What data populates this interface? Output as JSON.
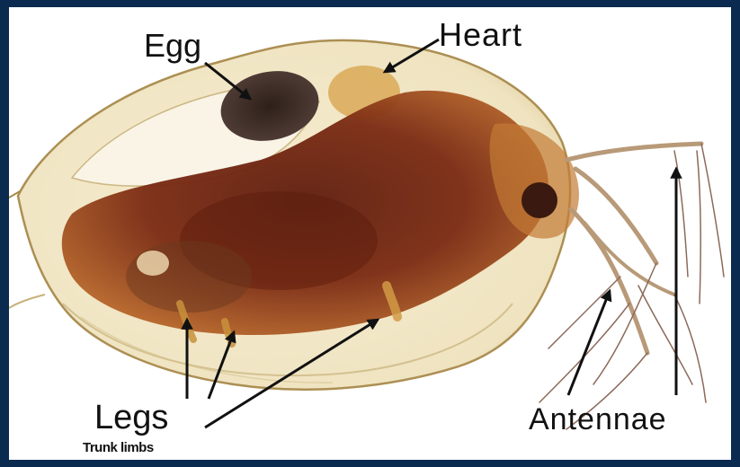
{
  "labels": {
    "egg": "Egg",
    "heart": "Heart",
    "legs": "Legs",
    "trunk_limbs": "Trunk limbs",
    "antennae": "Antennae"
  },
  "colors": {
    "frame": "#0b2a4f",
    "background": "#ffffff",
    "carapace": "#f1e6c3",
    "body": "#7a2a12",
    "egg": "#3a2a22",
    "eye": "#3a1a10",
    "arrow": "#111111"
  }
}
